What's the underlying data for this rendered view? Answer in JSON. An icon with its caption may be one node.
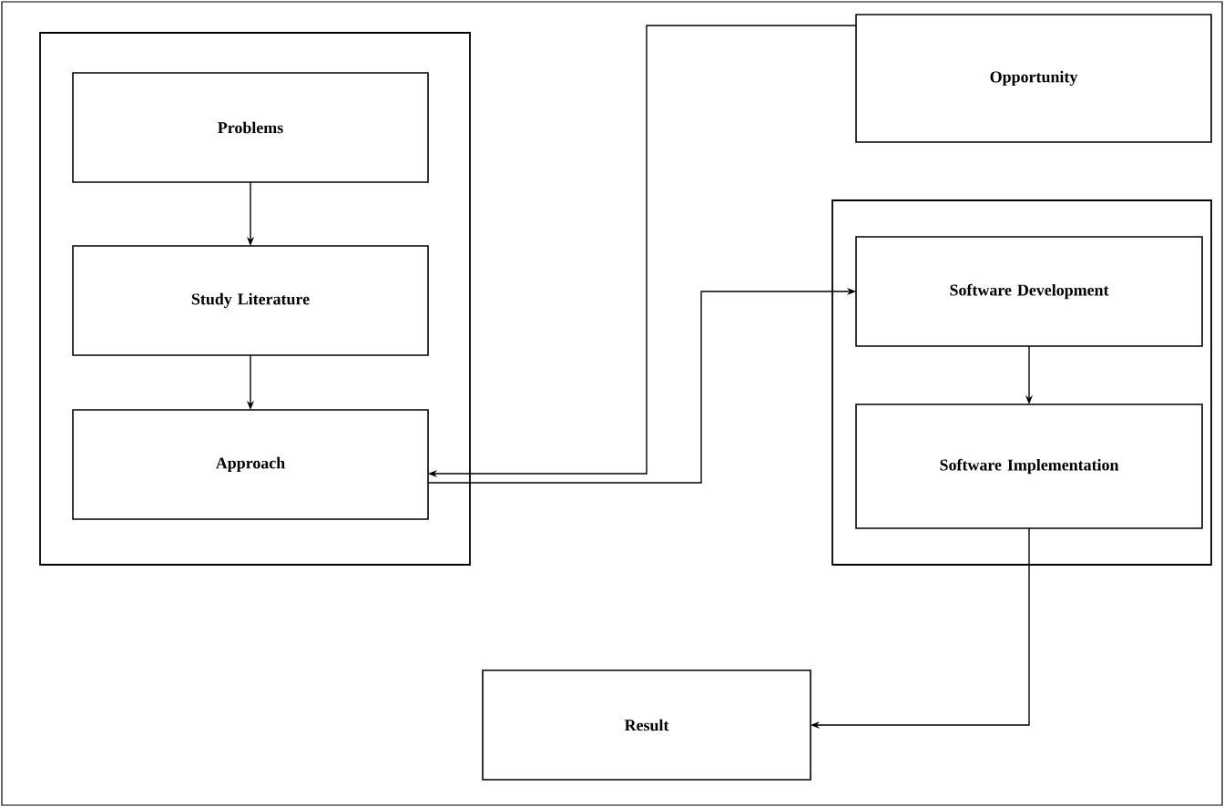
{
  "diagram": {
    "nodes": [
      {
        "text": [],
        "shape": "box"
      },
      {
        "text": [
          "Problems"
        ],
        "in": 0
      },
      {
        "text": [
          "Study Literature"
        ],
        "in": 0
      },
      {
        "text": [
          "Approach"
        ],
        "in": 0
      },
      {
        "text": [
          "Opportunity"
        ]
      },
      {
        "text": [],
        "shape": "box"
      },
      {
        "text": [
          "Software Development"
        ],
        "in": 5
      },
      {
        "text": [
          "Software Implementation"
        ],
        "in": 5
      },
      {
        "text": [
          "Result"
        ]
      }
    ],
    "edges": [
      {
        "from": 1,
        "to": 2,
        "arrow": "to"
      },
      {
        "from": 2,
        "to": 3,
        "arrow": "to"
      },
      {
        "from": 4,
        "to": 3,
        "arrow": "to"
      },
      {
        "from": 3,
        "to": 6,
        "arrow": "to"
      },
      {
        "from": 6,
        "to": 7,
        "arrow": "to"
      },
      {
        "from": 7,
        "to": 8,
        "arrow": "to"
      }
    ]
  }
}
